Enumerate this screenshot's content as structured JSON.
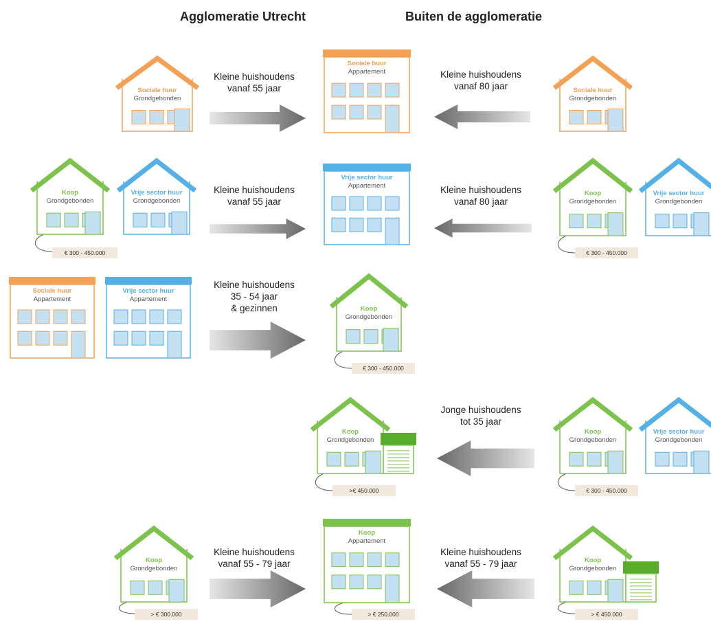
{
  "headings": {
    "left": "Agglomeratie Utrecht",
    "right": "Buiten de agglomeratie"
  },
  "colors": {
    "sociale": "#f4a055",
    "vrije": "#55b0e6",
    "koop": "#7dc24d",
    "koop_dark": "#58ad2e",
    "window_fill": "#c4e1f4",
    "tag_bg": "#f2e9dc",
    "arrow_dark": "#686868",
    "arrow_light": "#e6e6e6"
  },
  "buildings": [
    {
      "type": "Sociale huur",
      "form": "Grondgebonden",
      "color": "sociale"
    },
    {
      "type": "Sociale huur",
      "form": "Appartement",
      "color": "sociale"
    },
    {
      "type": "Sociale huur",
      "form": "Grondgebonden",
      "color": "sociale"
    },
    {
      "type": "Koop",
      "form": "Grondgebonden",
      "color": "koop"
    },
    {
      "type": "Vrije sector huur",
      "form": "Grondgebonden",
      "color": "vrije"
    },
    {
      "type": "Vrije sector huur",
      "form": "Appartement",
      "color": "vrije"
    },
    {
      "type": "Koop",
      "form": "Grondgebonden",
      "color": "koop"
    },
    {
      "type": "Vrije sector huur",
      "form": "Grondgebonden",
      "color": "vrije"
    },
    {
      "type": "Sociale huur",
      "form": "Appartement",
      "color": "sociale"
    },
    {
      "type": "Vrije sector huur",
      "form": "Appartement",
      "color": "vrije"
    },
    {
      "type": "Koop",
      "form": "Grondgebonden",
      "color": "koop"
    },
    {
      "type": "Koop",
      "form": "Grondgebonden",
      "color": "koop"
    },
    {
      "type": "Koop",
      "form": "Grondgebonden",
      "color": "koop"
    },
    {
      "type": "Vrije sector huur",
      "form": "Grondgebonden",
      "color": "vrije"
    },
    {
      "type": "Koop",
      "form": "Grondgebonden",
      "color": "koop"
    },
    {
      "type": "Koop",
      "form": "Appartement",
      "color": "koop"
    },
    {
      "type": "Koop",
      "form": "Grondgebonden",
      "color": "koop"
    }
  ],
  "price_tags": [
    "€ 300 - 450.000",
    "€ 300 - 450.000",
    "€ 300 - 450.000",
    ">€ 450.000",
    "€ 300 - 450.000",
    "> € 300.000",
    "> € 250.000",
    "> € 450.000"
  ],
  "flows": [
    {
      "label": "Kleine huishoudens\nvanaf 55 jaar"
    },
    {
      "label": "Kleine huishoudens\nvanaf 80 jaar"
    },
    {
      "label": "Kleine huishoudens\nvanaf 55 jaar"
    },
    {
      "label": "Kleine huishoudens\nvanaf 80 jaar"
    },
    {
      "label": "Kleine huishoudens\n35 - 54 jaar\n& gezinnen"
    },
    {
      "label": "Jonge huishoudens\ntot 35 jaar"
    },
    {
      "label": "Kleine huishoudens\nvanaf 55 - 79 jaar"
    },
    {
      "label": "Kleine huishoudens\nvanaf 55 - 79 jaar"
    }
  ]
}
